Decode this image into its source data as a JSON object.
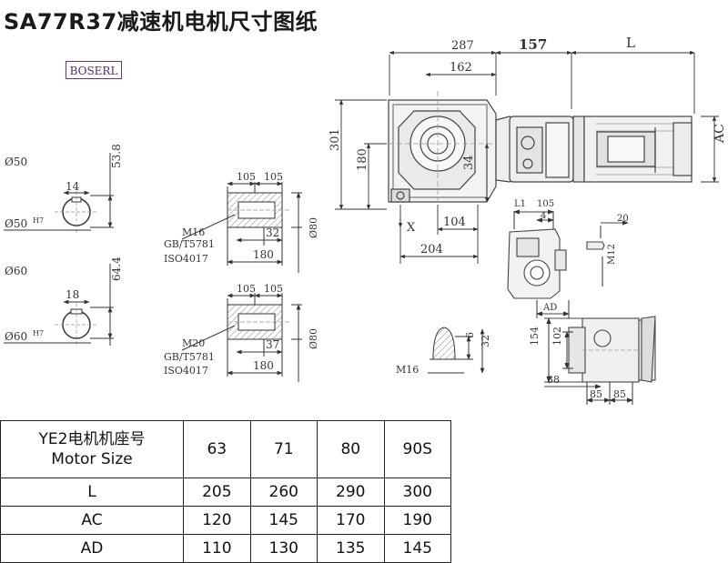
{
  "title": "SA77R37减速机电机尺寸图纸",
  "brand": "BOSERL",
  "drawing": {
    "dims_main": {
      "d287": "287",
      "d162": "162",
      "d157": "157",
      "dL": "L",
      "dAC": "AC",
      "d301": "301",
      "d180": "180",
      "d34": "34",
      "dX": "X",
      "d104": "104",
      "d204": "204"
    },
    "shaft_50": {
      "dia": "Ø50",
      "key": "14",
      "height": "53.8",
      "hole": "Ø50",
      "tol": "H7"
    },
    "shaft_60": {
      "dia": "Ø60",
      "key": "18",
      "height": "64.4",
      "hole": "Ø60",
      "tol": "H7"
    },
    "bolt_m16": {
      "d1": "105",
      "d2": "105",
      "thread": "M16",
      "std1": "GB/T5781",
      "std2": "ISO4017",
      "d32": "32",
      "d180": "180",
      "d80": "Ø80"
    },
    "bolt_m20": {
      "d1": "105",
      "d2": "105",
      "thread": "M20",
      "std1": "GB/T5781",
      "std2": "ISO4017",
      "d37": "37",
      "d180": "180",
      "d80": "Ø80"
    },
    "side_view": {
      "l1": "L1",
      "d105": "105",
      "d4": "4",
      "d20": "20",
      "m12": "M12",
      "ad": "AD"
    },
    "plug": {
      "thread": "M16",
      "d6": "6",
      "d32": "32"
    },
    "front_view": {
      "d154": "154",
      "d102": "102",
      "d38": "38",
      "d85a": "85",
      "d85b": "85"
    }
  },
  "table": {
    "header_label_cn": "YE2电机机座号",
    "header_label_en": "Motor Size",
    "sizes": [
      "63",
      "71",
      "80",
      "90S"
    ],
    "rows": [
      {
        "label": "L",
        "values": [
          "205",
          "260",
          "290",
          "300"
        ]
      },
      {
        "label": "AC",
        "values": [
          "120",
          "145",
          "170",
          "190"
        ]
      },
      {
        "label": "AD",
        "values": [
          "110",
          "130",
          "135",
          "145"
        ]
      }
    ]
  }
}
